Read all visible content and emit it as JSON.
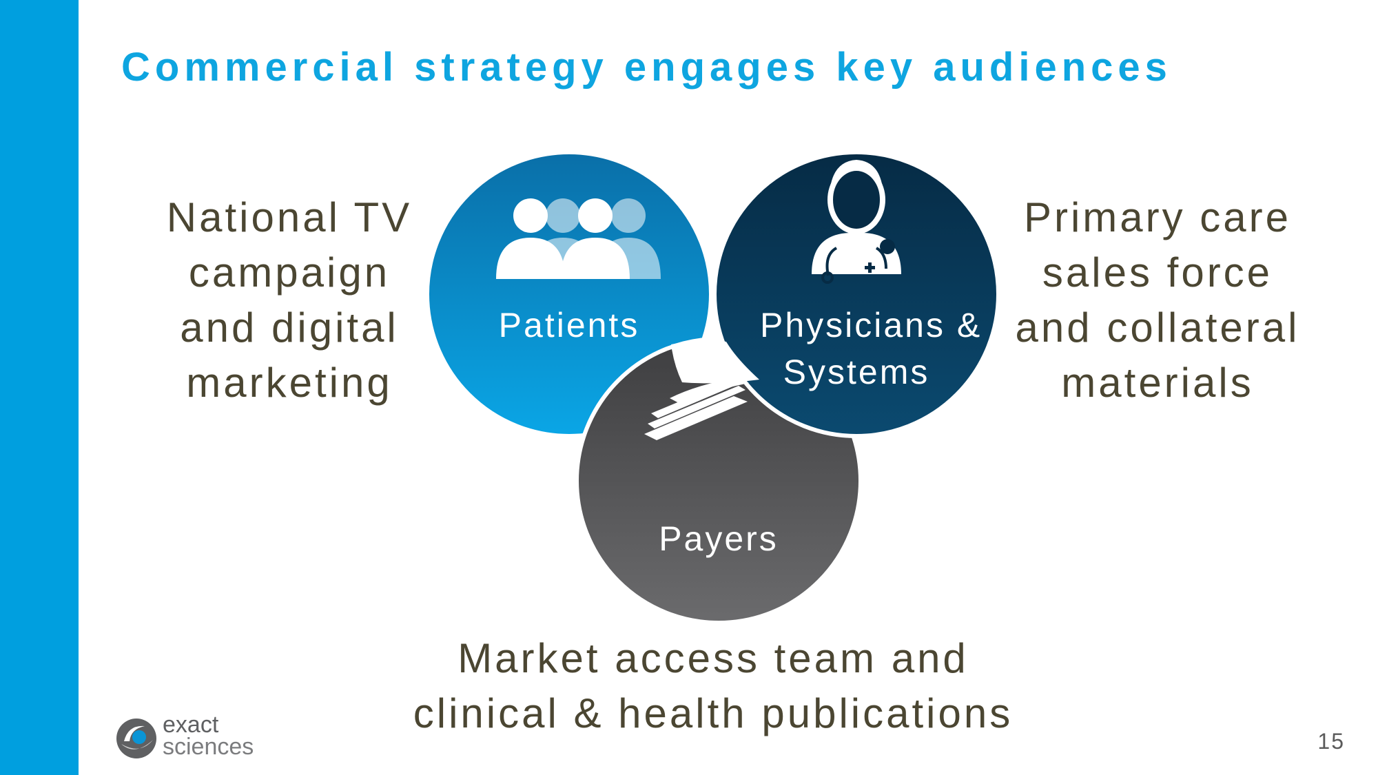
{
  "slide": {
    "title": "Commercial strategy engages key audiences",
    "page_number": "15"
  },
  "audiences": {
    "patients": {
      "label": "Patients",
      "description": [
        "National TV",
        "campaign",
        "and digital",
        "marketing"
      ],
      "color": "#0a95d6",
      "icon": "people-group-icon"
    },
    "physicians": {
      "label_lines": [
        "Physicians &",
        "Systems"
      ],
      "description": [
        "Primary care",
        "sales force",
        "and collateral",
        "materials"
      ],
      "color": "#063c5e",
      "icon": "doctor-icon"
    },
    "payers": {
      "label": "Payers",
      "description": [
        "Market access team and",
        "clinical & health publications"
      ],
      "color": "#58585a",
      "icon": "documents-stack-icon"
    }
  },
  "logo": {
    "line1": "exact",
    "line2": "sciences"
  },
  "colors": {
    "accent": "#009fdf",
    "text": "#4b4632"
  }
}
